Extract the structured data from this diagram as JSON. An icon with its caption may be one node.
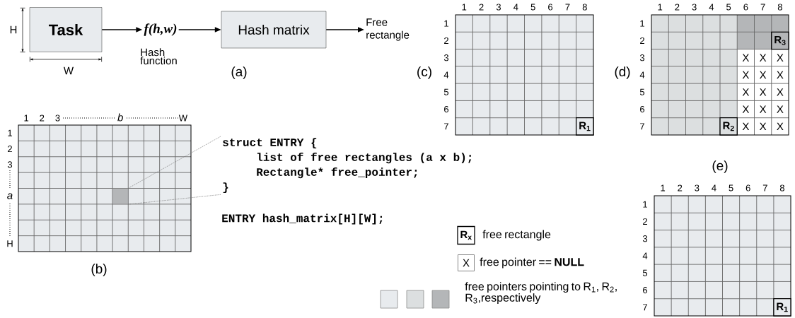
{
  "diagram": {
    "nodes": [
      {
        "text": [
          "Task"
        ]
      },
      {
        "text": [
          "f(h,w)"
        ],
        "beside": [
          "Hash function"
        ]
      },
      {
        "text": [
          "Hash matrix"
        ]
      },
      {
        "text": [
          "Free rectangle"
        ]
      },
      {
        "text": [],
        "shape": "box"
      },
      {
        "text": [
          "struct ENTRY {",
          "list of free rectangles (a x b);",
          "Rectangle* free_pointer;",
          "}"
        ]
      }
    ],
    "edges": [
      {
        "from": 0,
        "to": 1,
        "arrow": "to"
      },
      {
        "from": 1,
        "to": 2,
        "arrow": "to"
      },
      {
        "from": 2,
        "to": 3,
        "arrow": "to"
      },
      {
        "from": 5,
        "to": 4,
        "arrow": "none",
        "style": "dashed",
        "color": "#666666"
      },
      {
        "from": 5,
        "to": 4,
        "arrow": "none",
        "style": "dashed",
        "color": "#666666"
      }
    ],
    "labels": [
      "H",
      "W",
      "(a)",
      "1",
      "2",
      "3",
      "b",
      "W",
      "1",
      "2",
      "3",
      "a",
      "H",
      "(b)",
      "ENTRY hash_matrix[H][W];",
      "(c)",
      "1",
      "2",
      "3",
      "4",
      "5",
      "6",
      "7",
      "8",
      "1",
      "2",
      "3",
      "4",
      "5",
      "6",
      "7",
      "R$_{1}$",
      "(d)",
      "1",
      "2",
      "3",
      "4",
      "5",
      "6",
      "7",
      "8",
      "1",
      "2",
      "3",
      "4",
      "5",
      "6",
      "7",
      "R$_{3}$",
      "X",
      "X",
      "X",
      "X",
      "X",
      "X",
      "X",
      "X",
      "X",
      "X",
      "X",
      "X",
      "R$_{2}$",
      "X",
      "X",
      "X",
      "(e)",
      "1",
      "2",
      "3",
      "4",
      "5",
      "6",
      "7",
      "8",
      "1",
      "2",
      "3",
      "4",
      "5",
      "6",
      "7",
      "R$_{1}$",
      "R$_{x}$",
      "X"
    ],
    "legend": [
      {
        "text": "free rectangle"
      },
      {
        "text": "free pointer == **NULL**"
      },
      {
        "text": "free pointers pointing to R$_{1}$, R$_{2}$, R$_{3}$,respectively",
        "color": "#e8ebee"
      }
    ]
  }
}
